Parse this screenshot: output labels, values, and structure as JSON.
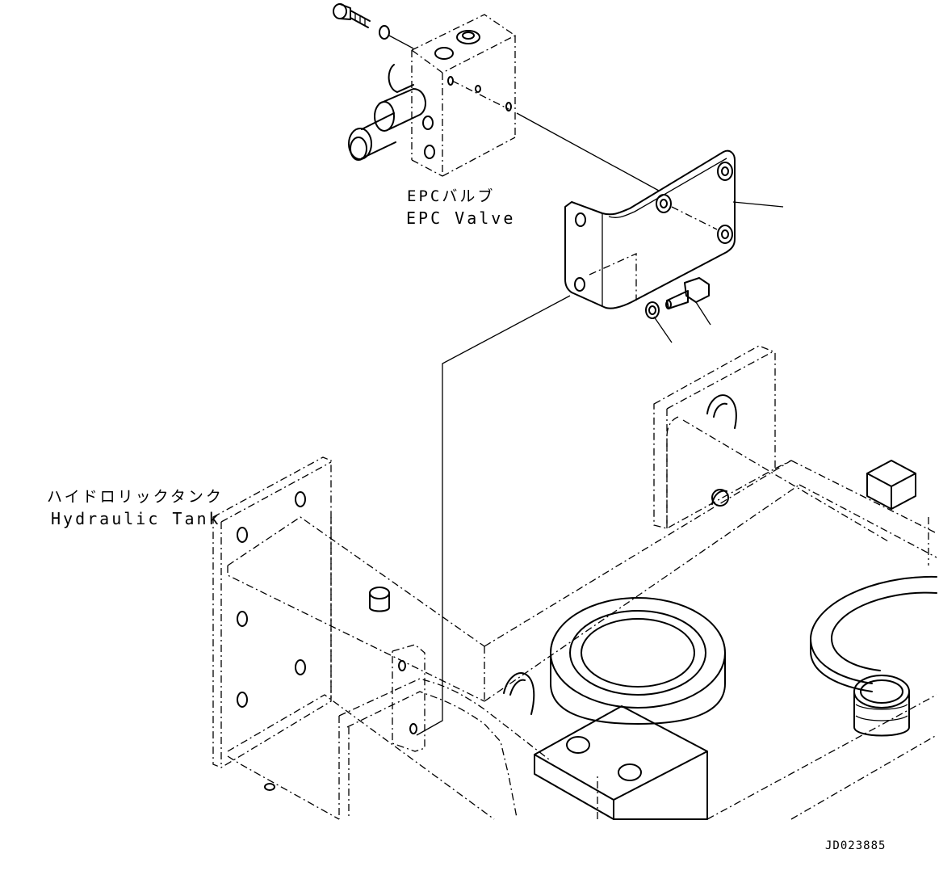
{
  "labels": {
    "epc_valve_jp": "EPCバルブ",
    "epc_valve_en": "EPC Valve",
    "hydraulic_tank_jp": "ハイドロリックタンク",
    "hydraulic_tank_en": "Hydraulic Tank",
    "drawing_code": "JD023885"
  }
}
